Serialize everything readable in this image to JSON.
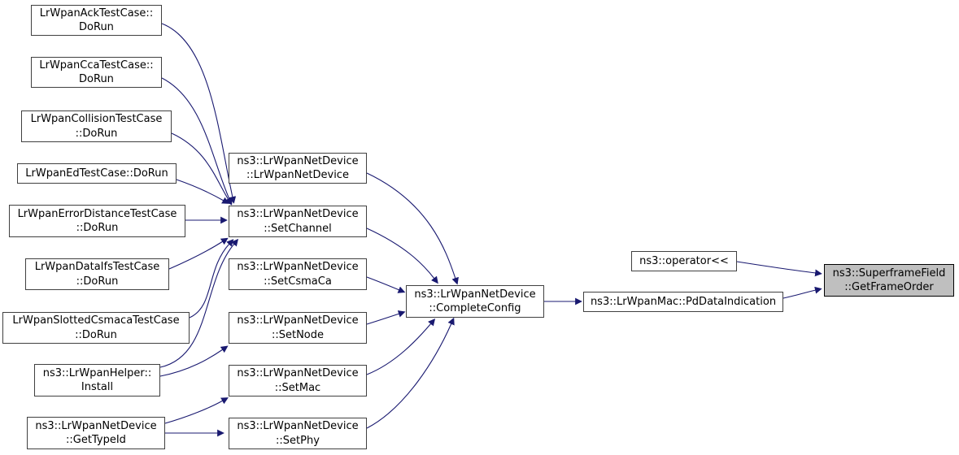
{
  "diagram": {
    "type": "doxygen-caller-graph",
    "target_function": "ns3::SuperframeField::GetFrameOrder",
    "edge_color": "#191970",
    "node_border_color": "#404040",
    "highlight_color": "#bfbfbf",
    "background_color": "#ffffff"
  },
  "nodes": [
    {
      "id": "lrwpan-ack-testcase-dorun",
      "label": "LrWpanAckTestCase::\nDoRun"
    },
    {
      "id": "lrwpan-cca-testcase-dorun",
      "label": "LrWpanCcaTestCase::\nDoRun"
    },
    {
      "id": "lrwpan-collision-testcase-dorun",
      "label": "LrWpanCollisionTestCase\n::DoRun"
    },
    {
      "id": "lrwpan-ed-testcase-dorun",
      "label": "LrWpanEdTestCase::DoRun"
    },
    {
      "id": "lrwpan-errordistance-testcase-dorun",
      "label": "LrWpanErrorDistanceTestCase\n::DoRun"
    },
    {
      "id": "lrwpan-dataifs-testcase-dorun",
      "label": "LrWpanDataIfsTestCase\n::DoRun"
    },
    {
      "id": "lrwpan-slottedcsmaca-testcase-dorun",
      "label": "LrWpanSlottedCsmacaTestCase\n::DoRun"
    },
    {
      "id": "lrwpanhelper-install",
      "label": "ns3::LrWpanHelper::\nInstall"
    },
    {
      "id": "lrwpannetdevice-gettypeid",
      "label": "ns3::LrWpanNetDevice\n::GetTypeId"
    },
    {
      "id": "lrwpannetdevice-constructor",
      "label": "ns3::LrWpanNetDevice\n::LrWpanNetDevice"
    },
    {
      "id": "lrwpannetdevice-setchannel",
      "label": "ns3::LrWpanNetDevice\n::SetChannel"
    },
    {
      "id": "lrwpannetdevice-setcsmaca",
      "label": "ns3::LrWpanNetDevice\n::SetCsmaCa"
    },
    {
      "id": "lrwpannetdevice-setnode",
      "label": "ns3::LrWpanNetDevice\n::SetNode"
    },
    {
      "id": "lrwpannetdevice-setmac",
      "label": "ns3::LrWpanNetDevice\n::SetMac"
    },
    {
      "id": "lrwpannetdevice-setphy",
      "label": "ns3::LrWpanNetDevice\n::SetPhy"
    },
    {
      "id": "lrwpannetdevice-completeconfig",
      "label": "ns3::LrWpanNetDevice\n::CompleteConfig"
    },
    {
      "id": "operator-stream-insert",
      "label": "ns3::operator<<"
    },
    {
      "id": "lrwpanmac-pddataindication",
      "label": "ns3::LrWpanMac::PdDataIndication"
    },
    {
      "id": "superframefield-getframeorder",
      "label": "ns3::SuperframeField\n::GetFrameOrder"
    }
  ],
  "edges": [
    {
      "from": "lrwpan-ack-testcase-dorun",
      "to": "lrwpannetdevice-setchannel"
    },
    {
      "from": "lrwpan-cca-testcase-dorun",
      "to": "lrwpannetdevice-setchannel"
    },
    {
      "from": "lrwpan-collision-testcase-dorun",
      "to": "lrwpannetdevice-setchannel"
    },
    {
      "from": "lrwpan-ed-testcase-dorun",
      "to": "lrwpannetdevice-setchannel"
    },
    {
      "from": "lrwpan-errordistance-testcase-dorun",
      "to": "lrwpannetdevice-setchannel"
    },
    {
      "from": "lrwpan-dataifs-testcase-dorun",
      "to": "lrwpannetdevice-setchannel"
    },
    {
      "from": "lrwpan-slottedcsmaca-testcase-dorun",
      "to": "lrwpannetdevice-setchannel"
    },
    {
      "from": "lrwpanhelper-install",
      "to": "lrwpannetdevice-setchannel"
    },
    {
      "from": "lrwpanhelper-install",
      "to": "lrwpannetdevice-setnode"
    },
    {
      "from": "lrwpannetdevice-gettypeid",
      "to": "lrwpannetdevice-setmac"
    },
    {
      "from": "lrwpannetdevice-gettypeid",
      "to": "lrwpannetdevice-setphy"
    },
    {
      "from": "lrwpannetdevice-constructor",
      "to": "lrwpannetdevice-completeconfig"
    },
    {
      "from": "lrwpannetdevice-setchannel",
      "to": "lrwpannetdevice-completeconfig"
    },
    {
      "from": "lrwpannetdevice-setcsmaca",
      "to": "lrwpannetdevice-completeconfig"
    },
    {
      "from": "lrwpannetdevice-setnode",
      "to": "lrwpannetdevice-completeconfig"
    },
    {
      "from": "lrwpannetdevice-setmac",
      "to": "lrwpannetdevice-completeconfig"
    },
    {
      "from": "lrwpannetdevice-setphy",
      "to": "lrwpannetdevice-completeconfig"
    },
    {
      "from": "lrwpannetdevice-completeconfig",
      "to": "lrwpanmac-pddataindication"
    },
    {
      "from": "lrwpanmac-pddataindication",
      "to": "superframefield-getframeorder"
    },
    {
      "from": "operator-stream-insert",
      "to": "superframefield-getframeorder"
    }
  ]
}
